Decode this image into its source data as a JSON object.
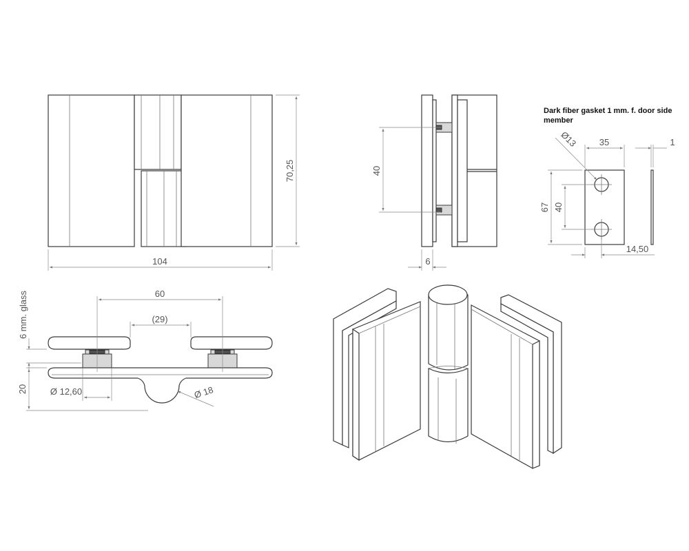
{
  "dims": {
    "width_104": "104",
    "height_7025": "70,25",
    "hole_spacing_40": "40",
    "thickness_6": "6",
    "gasket_title_line1": "Dark fiber gasket 1 mm. f. door side",
    "gasket_title_line2": "member",
    "gasket_diameter": "Ø13",
    "gasket_width": "35",
    "gasket_thickness": "1",
    "gasket_height": "67",
    "gasket_hole_spacing": "40",
    "gasket_offset": "14,50",
    "spacing_60": "60",
    "spacing_29": "(29)",
    "glass_label": "6 mm. glass",
    "height_20": "20",
    "diameter_1260": "Ø 12,60",
    "diameter_18": "Ø 18"
  }
}
